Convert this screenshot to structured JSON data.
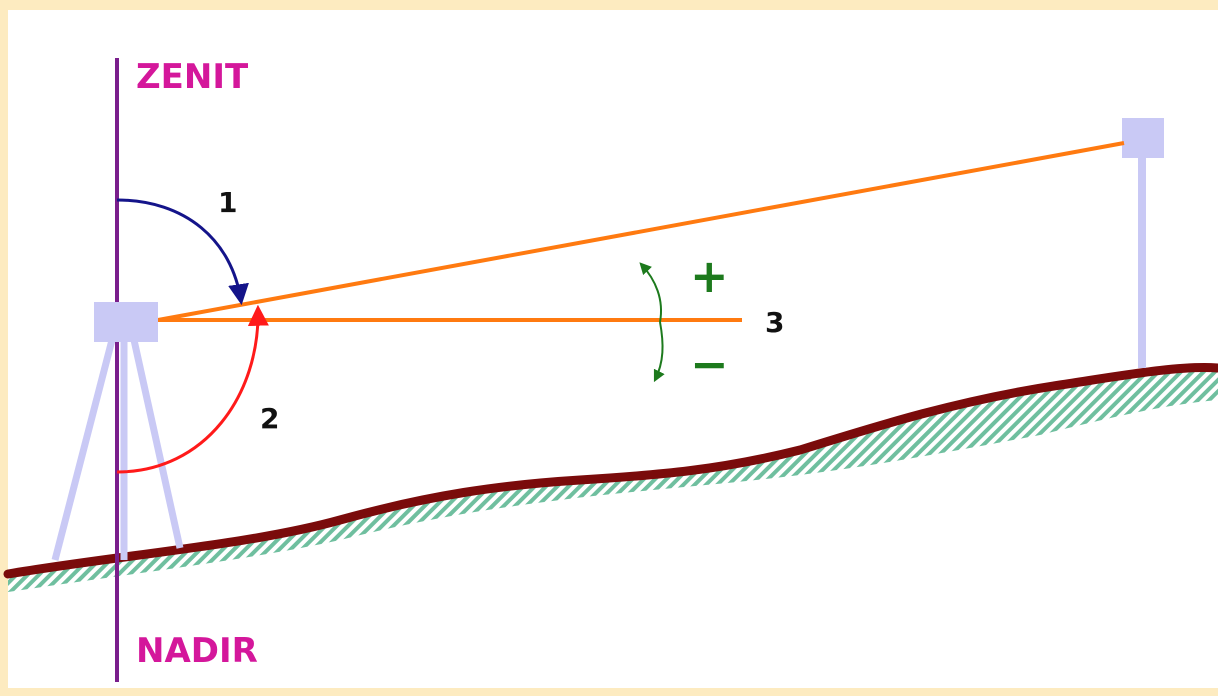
{
  "labels": {
    "zenit": "ZENIT",
    "nadir": "NADIR",
    "angle_1": "1",
    "angle_2": "2",
    "angle_3": "3",
    "plus": "+",
    "minus": "−"
  },
  "colors": {
    "background": "#fdebc0",
    "panel": "#ffffff",
    "vertical_line": "#7a1e8c",
    "label_magenta": "#d4179b",
    "sight_line": "#ff7a10",
    "instrument": "#c9c9f5",
    "arc_zenith": "#14148a",
    "arc_nadir": "#ff1a1a",
    "arc_vertical": "#1d7a1d",
    "ground": "#7a0b0b",
    "ground_hatch": "#6fbf9f",
    "text_dark": "#111111"
  }
}
